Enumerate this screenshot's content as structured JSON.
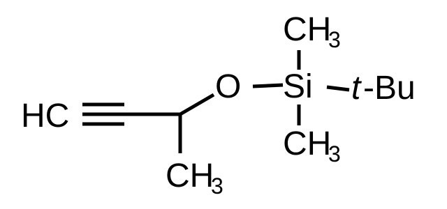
{
  "molecule": {
    "labels": {
      "hc": "HC",
      "o": "O",
      "si": "Si",
      "tbu_prefix": "t",
      "tbu_rest": "-Bu",
      "ch3_top_c": "CH",
      "ch3_top_sub": "3",
      "ch3_bottom_c": "CH",
      "ch3_bottom_sub": "3",
      "ch3_lower_c": "CH",
      "ch3_lower_sub": "3"
    }
  }
}
